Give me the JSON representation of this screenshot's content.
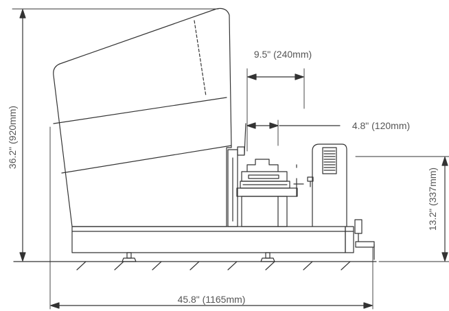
{
  "dimensions": {
    "overall_height": "36.2\" (920mm)",
    "overall_width": "45.8\" (1165mm)",
    "top_width": "9.5\" (240mm)",
    "inner_width": "4.8\" (120mm)",
    "base_height": "13.2\" (337mm)"
  },
  "colors": {
    "line": "#333333",
    "text": "#555555"
  }
}
